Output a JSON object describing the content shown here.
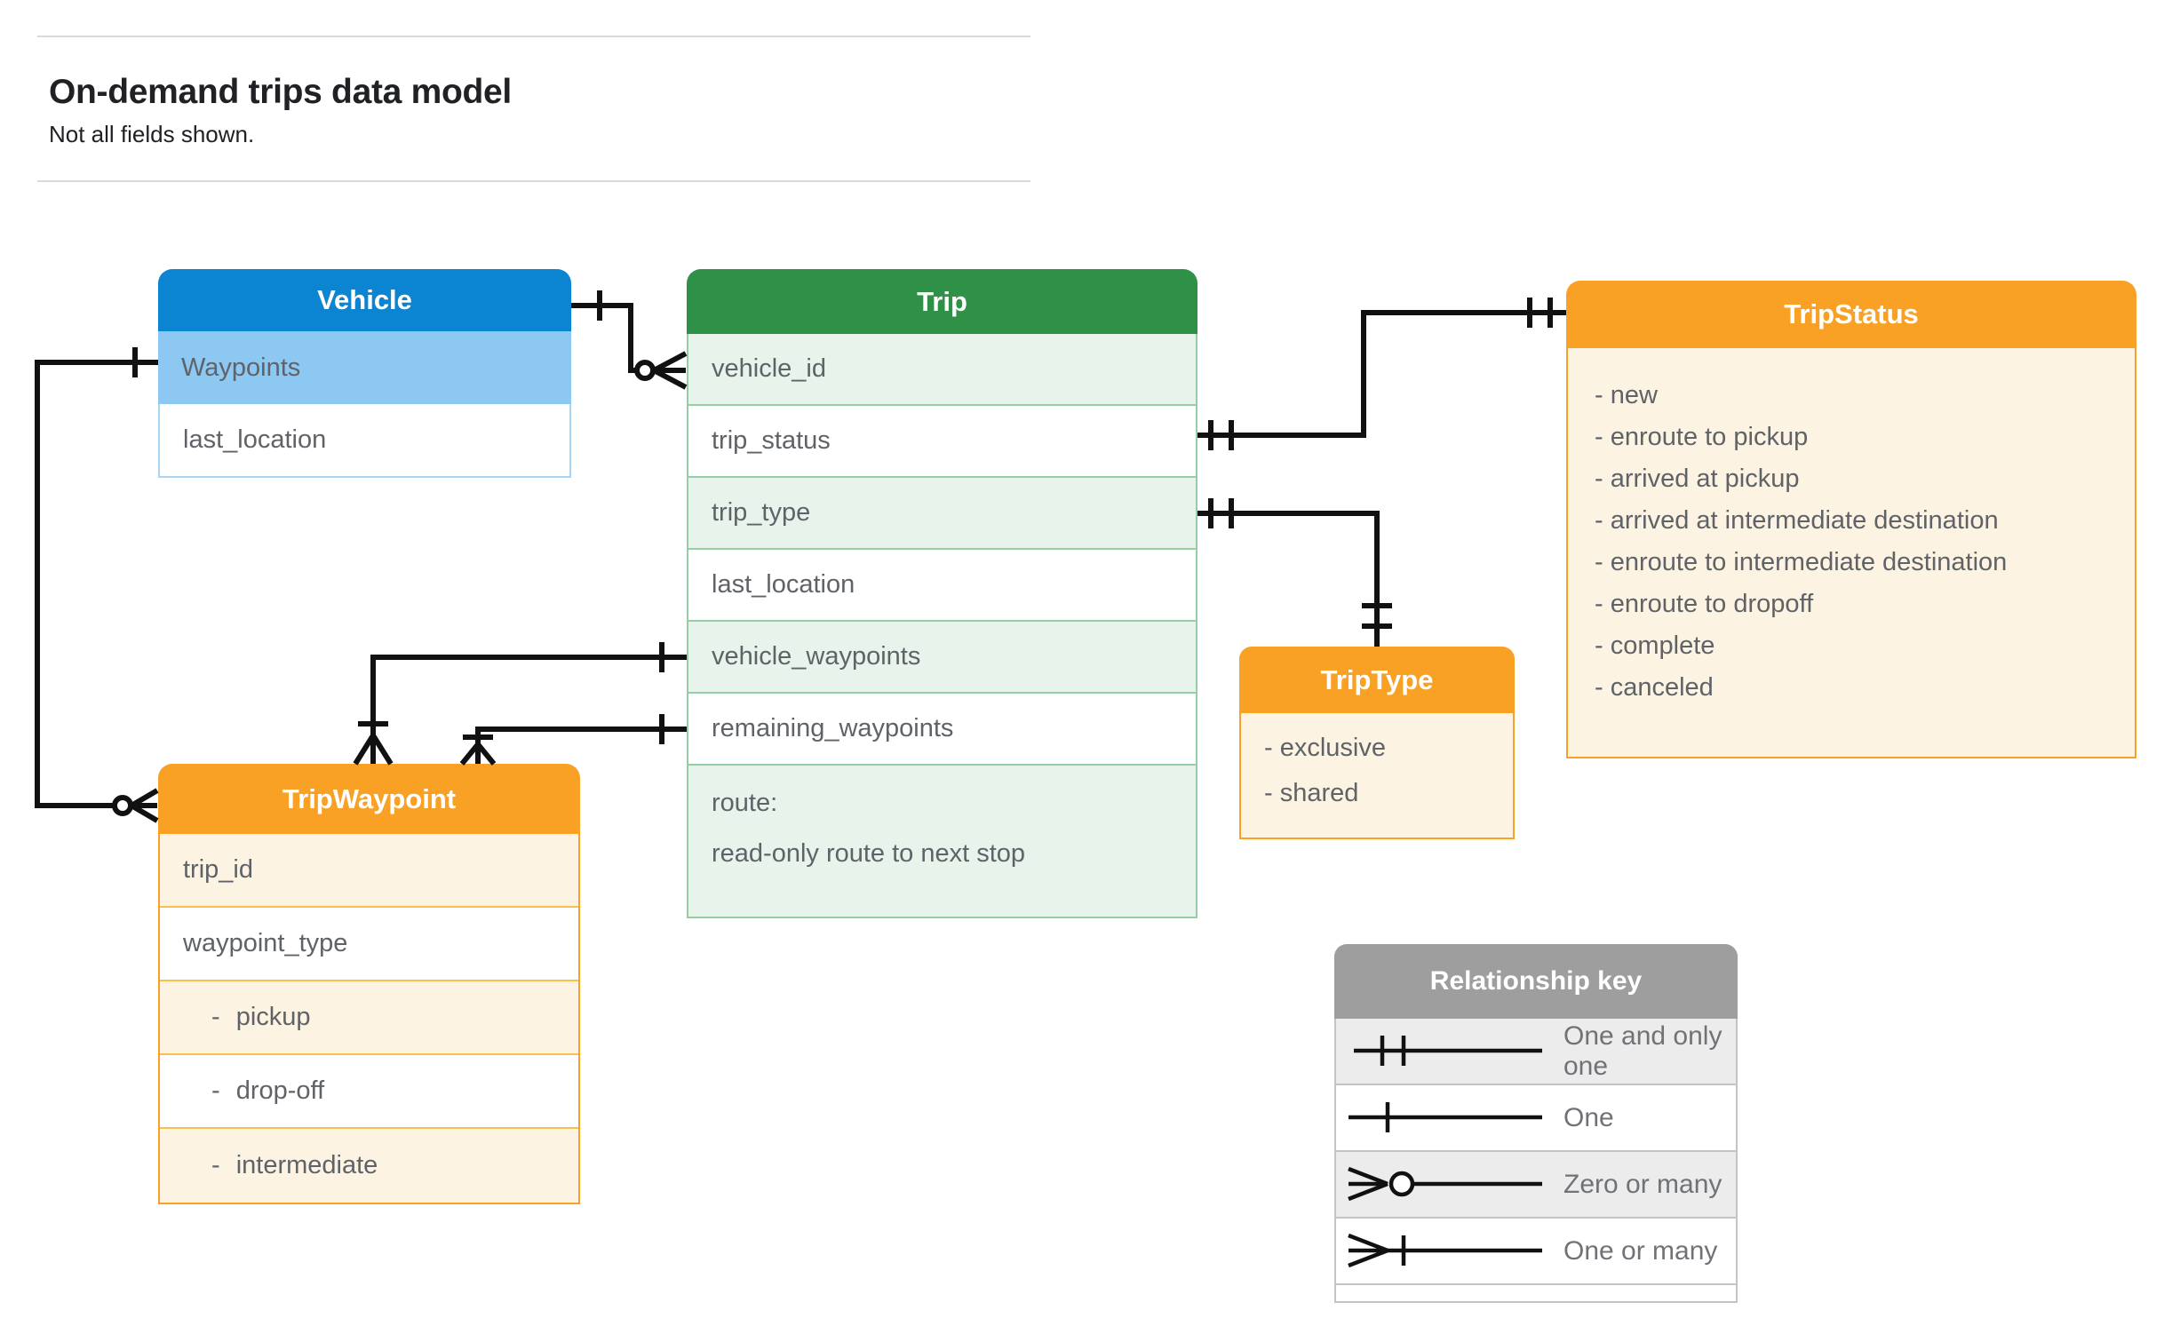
{
  "page": {
    "title": "On-demand trips data model",
    "subtitle": "Not all fields shown."
  },
  "colors": {
    "blue_header": "#0b84d1",
    "blue_light": "#8dc8f2",
    "blue_border": "#a9d5f5",
    "green_header": "#2f9148",
    "green_light": "#e8f3ec",
    "green_border": "#95cda5",
    "orange_header": "#f9a125",
    "cream": "#fdf3e2",
    "gold_border": "#f8c24a",
    "key_header": "#9e9e9e",
    "key_row": "#ececec",
    "key_border": "#c4c4c4",
    "key_text": "#6f7276",
    "field_text": "#5f6368",
    "title_text": "#202124",
    "connector": "#111111",
    "rule": "#d9d9d9"
  },
  "entities": {
    "vehicle": {
      "title": "Vehicle",
      "rows": [
        "Waypoints",
        "last_location"
      ]
    },
    "trip": {
      "title": "Trip",
      "rows": [
        "vehicle_id",
        "trip_status",
        "trip_type",
        "last_location",
        "vehicle_waypoints",
        "remaining_waypoints"
      ],
      "route": {
        "line1": "route:",
        "line2": "read-only route to next stop"
      }
    },
    "trip_status": {
      "title": "TripStatus",
      "values": [
        "- new",
        "- enroute to pickup",
        "- arrived at pickup",
        "- arrived at intermediate destination",
        "- enroute to intermediate destination",
        "- enroute to dropoff",
        "- complete",
        "- canceled"
      ]
    },
    "trip_type": {
      "title": "TripType",
      "values": [
        "- exclusive",
        "- shared"
      ]
    },
    "trip_waypoint": {
      "title": "TripWaypoint",
      "rows": [
        "trip_id",
        "waypoint_type",
        "- pickup",
        "- drop-off",
        "- intermediate"
      ]
    }
  },
  "legend": {
    "title": "Relationship key",
    "items": [
      {
        "symbol": "one-and-only-one",
        "label": "One and only one"
      },
      {
        "symbol": "one",
        "label": "One"
      },
      {
        "symbol": "zero-or-many",
        "label": "Zero or many"
      },
      {
        "symbol": "one-or-many",
        "label": "One or many"
      }
    ]
  }
}
